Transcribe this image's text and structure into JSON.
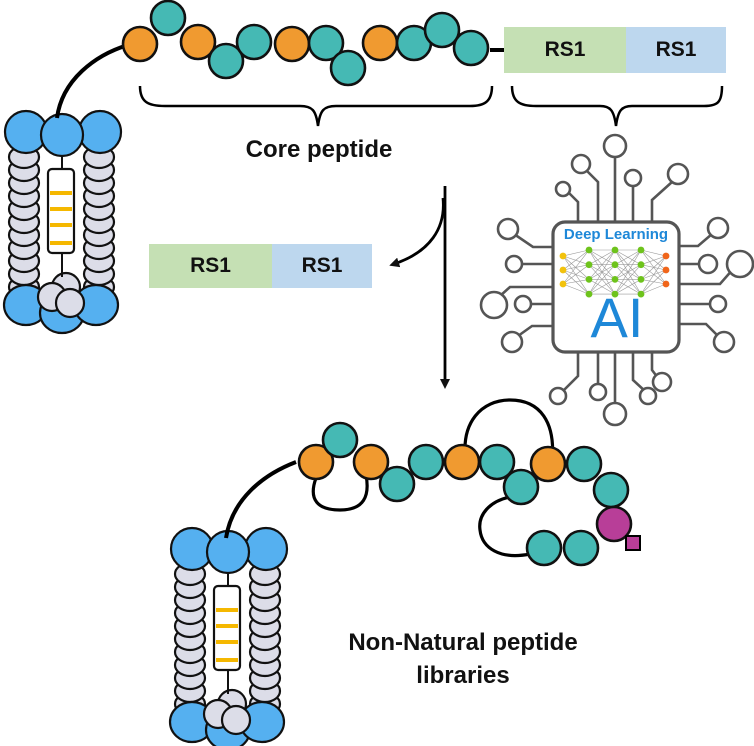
{
  "title": "Deep learning guided non-natural peptide library generation",
  "labels": {
    "core_peptide": "Core peptide",
    "output_line1": "Non-Natural peptide",
    "output_line2": "libraries"
  },
  "recognition_sequence_top": {
    "segments": [
      "RS1",
      "RS1"
    ]
  },
  "recognition_sequence_cleaved": {
    "segments": [
      "RS1",
      "RS1"
    ]
  },
  "ai_chip": {
    "header": "Deep Learning",
    "big_text": "AI",
    "network_layers": [
      3,
      4,
      4,
      4,
      3
    ]
  },
  "colors": {
    "residue_orange": "#f09a30",
    "residue_teal": "#45b9b4",
    "residue_magenta": "#b83e98",
    "enzyme_blue": "#55b0f0",
    "enzyme_lavender": "#dcdde8",
    "stripe_yellow": "#f5b800",
    "rs_green": "#c5e0b4",
    "rs_blue": "#bdd7ee",
    "ai_blue": "#1e88d8",
    "chip_gray": "#555555",
    "node_yellow": "#f2c20c",
    "node_green": "#6ec31c",
    "node_orange": "#f0651a"
  },
  "top_peptide_sequence": [
    "orange",
    "teal",
    "orange",
    "teal",
    "teal",
    "orange",
    "teal",
    "teal",
    "orange",
    "teal",
    "teal",
    "teal"
  ],
  "bottom_peptide_sequence": [
    "orange",
    "teal",
    "orange",
    "teal",
    "teal",
    "orange",
    "teal",
    "teal",
    "orange",
    "teal",
    "teal",
    "magenta",
    "teal",
    "teal"
  ]
}
